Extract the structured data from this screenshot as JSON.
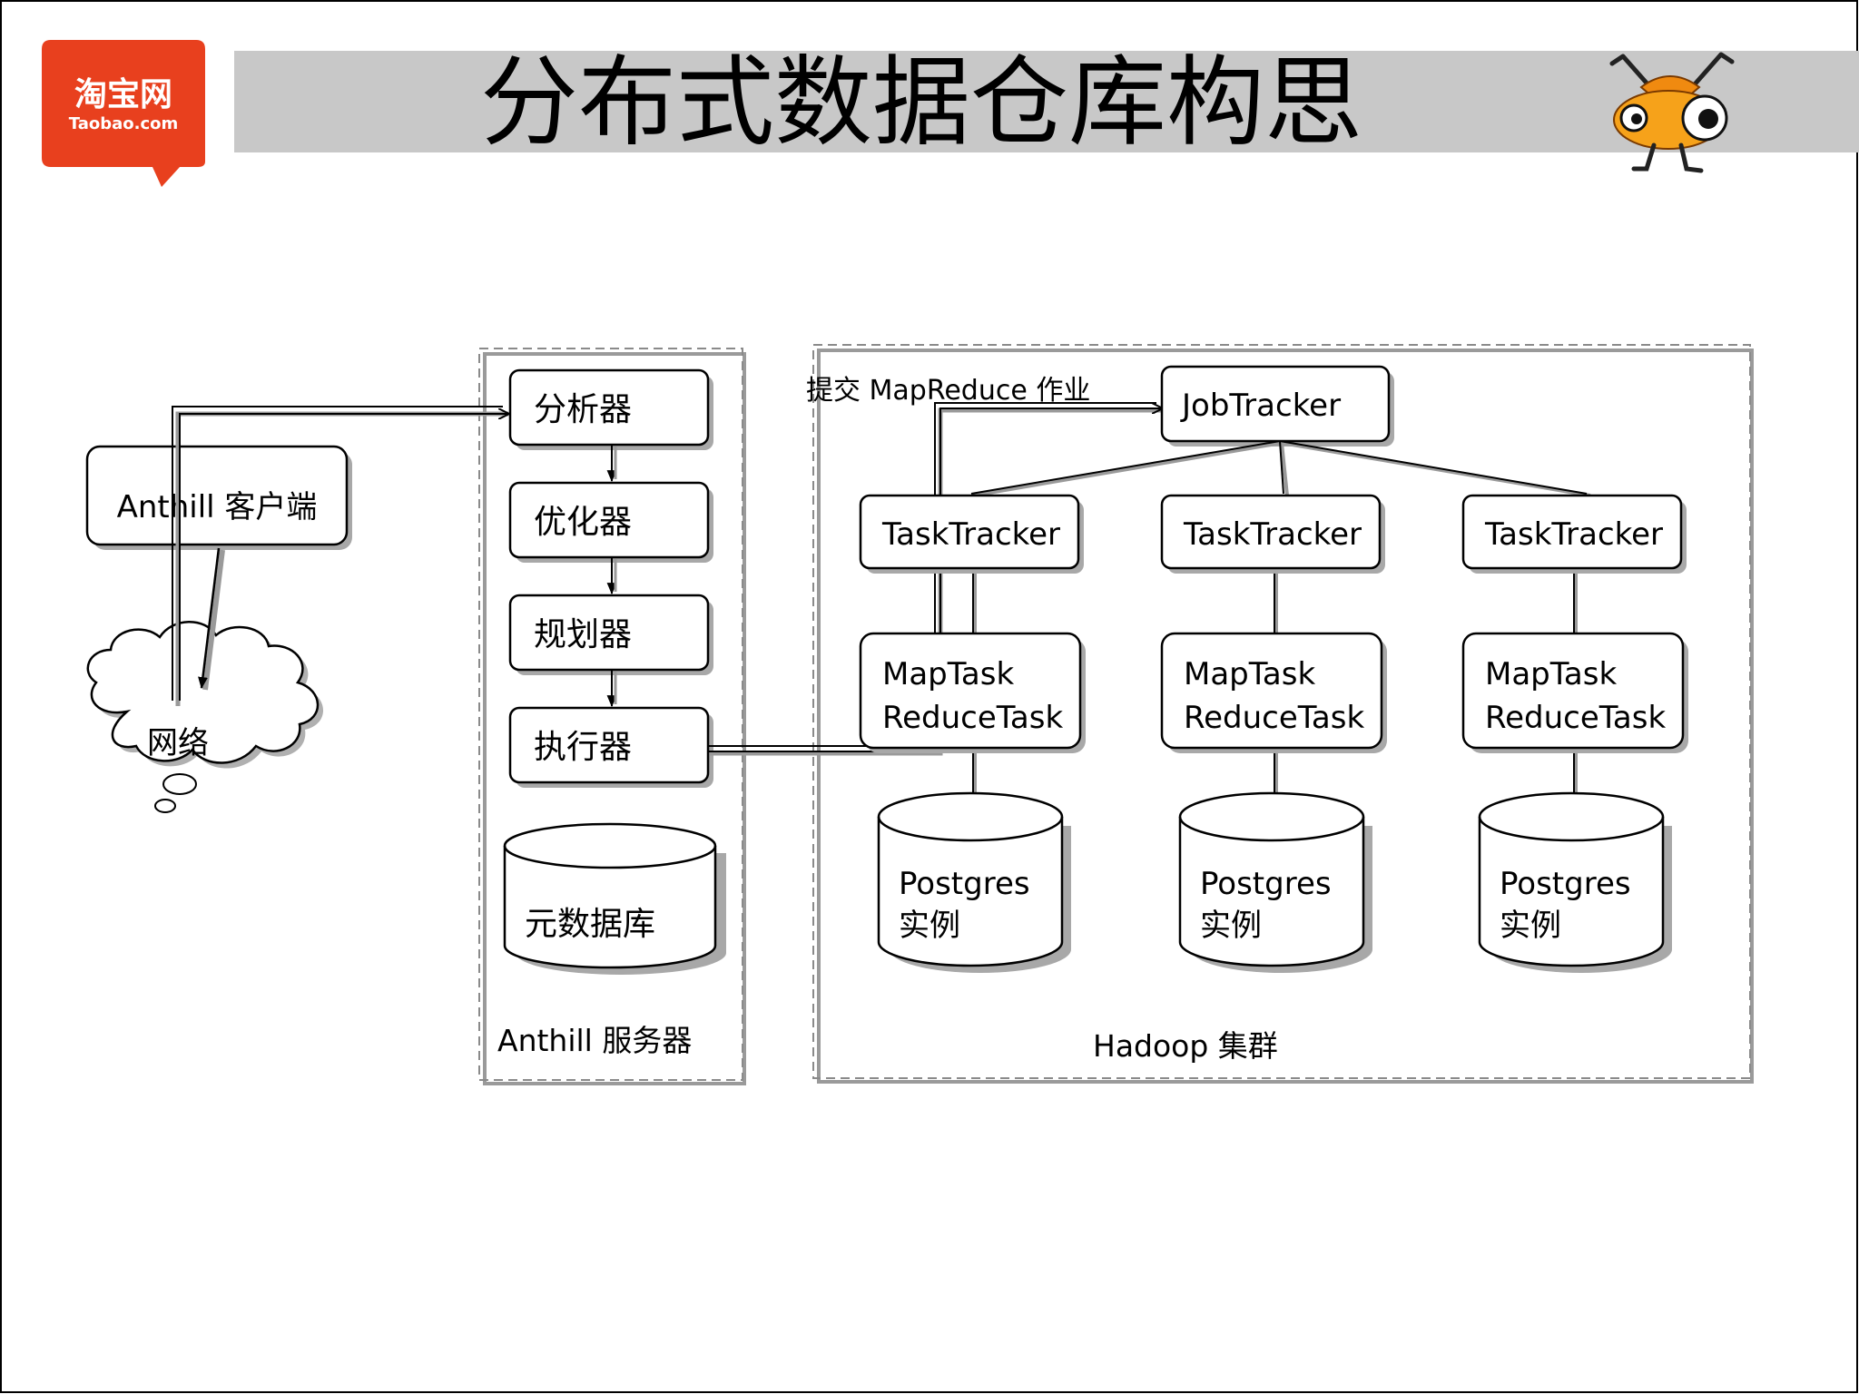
{
  "slide": {
    "title": "分布式数据仓库构思",
    "logo": {
      "brand_cn": "淘宝网",
      "brand_en": "Taobao.com",
      "bg_color": "#e8401e"
    },
    "colors": {
      "title_bar": "#c8c8c8",
      "line": "#000000",
      "shadow": "#9a9a9a",
      "group_border": "#9a9a9a"
    }
  },
  "diagram": {
    "client": {
      "label": "Anthill 客户端"
    },
    "network": {
      "label": "网络"
    },
    "server_group": {
      "caption": "Anthill  服务器",
      "pipeline": [
        "分析器",
        "优化器",
        "规划器",
        "执行器"
      ],
      "metadata_db": "元数据库"
    },
    "cluster_group": {
      "caption": "Hadoop  集群",
      "submit_label": "提交 MapReduce 作业",
      "job_tracker": "JobTracker",
      "nodes": [
        {
          "tracker": "TaskTracker",
          "task_line1": "MapTask",
          "task_line2": "ReduceTask",
          "db_line1": "Postgres",
          "db_line2": "实例"
        },
        {
          "tracker": "TaskTracker",
          "task_line1": "MapTask",
          "task_line2": "ReduceTask",
          "db_line1": "Postgres",
          "db_line2": "实例"
        },
        {
          "tracker": "TaskTracker",
          "task_line1": "MapTask",
          "task_line2": "ReduceTask",
          "db_line1": "Postgres",
          "db_line2": "实例"
        }
      ]
    }
  }
}
